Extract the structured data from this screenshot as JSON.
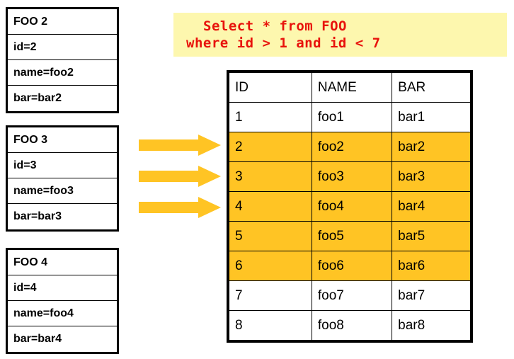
{
  "records": [
    {
      "title": "FOO 2",
      "fields": [
        "id=2",
        "name=foo2",
        "bar=bar2"
      ]
    },
    {
      "title": "FOO 3",
      "fields": [
        "id=3",
        "name=foo3",
        "bar=bar3"
      ]
    },
    {
      "title": "FOO 4",
      "fields": [
        "id=4",
        "name=foo4",
        "bar=bar4"
      ]
    }
  ],
  "arrows": {
    "count": 3,
    "color": "#ffc424",
    "direction": "right"
  },
  "query": {
    "line1": "Select * from FOO",
    "line2": "where id > 1 and id < 7",
    "text_color": "#e8130c",
    "background_color": "#fdf7ae"
  },
  "table": {
    "headers": [
      "ID",
      "NAME",
      "BAR"
    ],
    "highlight_color": "#ffc424",
    "rows": [
      {
        "cells": [
          "1",
          "foo1",
          "bar1"
        ],
        "highlighted": false
      },
      {
        "cells": [
          "2",
          "foo2",
          "bar2"
        ],
        "highlighted": true
      },
      {
        "cells": [
          "3",
          "foo3",
          "bar3"
        ],
        "highlighted": true
      },
      {
        "cells": [
          "4",
          "foo4",
          "bar4"
        ],
        "highlighted": true
      },
      {
        "cells": [
          "5",
          "foo5",
          "bar5"
        ],
        "highlighted": true
      },
      {
        "cells": [
          "6",
          "foo6",
          "bar6"
        ],
        "highlighted": true
      },
      {
        "cells": [
          "7",
          "foo7",
          "bar7"
        ],
        "highlighted": false
      },
      {
        "cells": [
          "8",
          "foo8",
          "bar8"
        ],
        "highlighted": false
      }
    ]
  }
}
